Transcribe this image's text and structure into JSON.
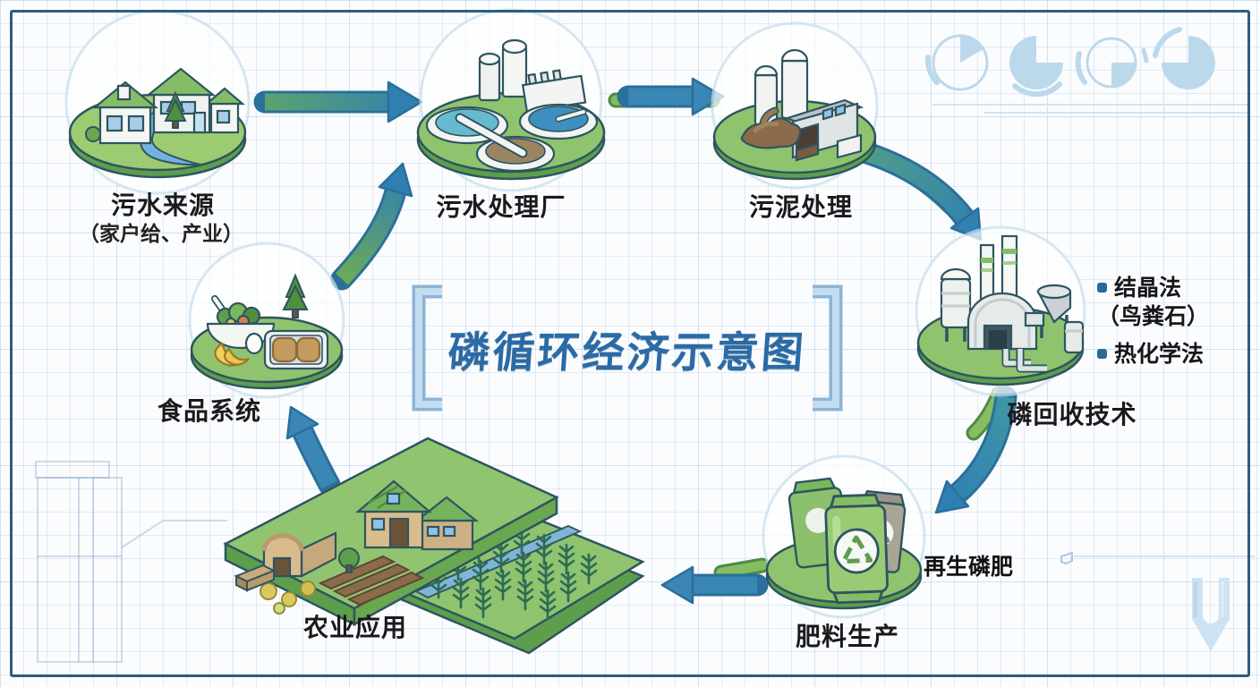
{
  "title": {
    "text": "磷循环经济示意图"
  },
  "nodes": {
    "wastewater_source": {
      "label": "污水来源",
      "sublabel": "（家户给、产业）",
      "icon": "houses-river-illustration"
    },
    "treatment_plant": {
      "label": "污水处理厂",
      "icon": "clarifier-tanks-illustration"
    },
    "sludge_treatment": {
      "label": "污泥处理",
      "icon": "sludge-plant-illustration"
    },
    "phosphorus_recovery": {
      "label": "磷回收技术",
      "icon": "recovery-factory-illustration",
      "bullet1_line1": "结晶法",
      "bullet1_line2": "（鸟粪石）",
      "bullet2": "热化学法"
    },
    "fertilizer_production": {
      "label": "肥料生产",
      "tag": "再生磷肥",
      "icon": "fertilizer-bags-illustration"
    },
    "agriculture": {
      "label": "农业应用",
      "icon": "farm-fields-illustration"
    },
    "food_system": {
      "label": "食品系统",
      "icon": "food-bowl-illustration"
    }
  },
  "flow_arrows": [
    {
      "from": "污水来源",
      "to": "污水处理厂"
    },
    {
      "from": "污水处理厂",
      "to": "污泥处理"
    },
    {
      "from": "污泥处理",
      "to": "磷回收技术"
    },
    {
      "from": "磷回收技术",
      "to": "肥料生产"
    },
    {
      "from": "肥料生产",
      "to": "农业应用"
    },
    {
      "from": "农业应用",
      "to": "食品系统"
    },
    {
      "from": "食品系统",
      "to": "污水处理厂"
    }
  ],
  "decorations": {
    "top_right_icons": [
      "pie-chart-icon",
      "pie-chart-icon",
      "pie-chart-icon",
      "pie-chart-icon"
    ],
    "bottom_right_icon": "pen-nib-icon",
    "bottom_left_icon": "blueprint-sketch"
  },
  "colors": {
    "frame_border": "#2e5d7d",
    "grid_line": "#c9dcec",
    "title_blue": "#2b6ba5",
    "bracket_blue": "#a9cfe9",
    "arrow_blue": "#3a86b5",
    "arrow_green": "#6cab57",
    "platform_green": "#8fc36e",
    "platform_rim_green": "#5d9e4d",
    "outline_dark": "#2e5560",
    "bubble_border": "#c9dfee",
    "label_text": "#1a1a1c",
    "bullet_marker": "#2a6a97",
    "deco_light_blue": "#bcd9ec"
  }
}
